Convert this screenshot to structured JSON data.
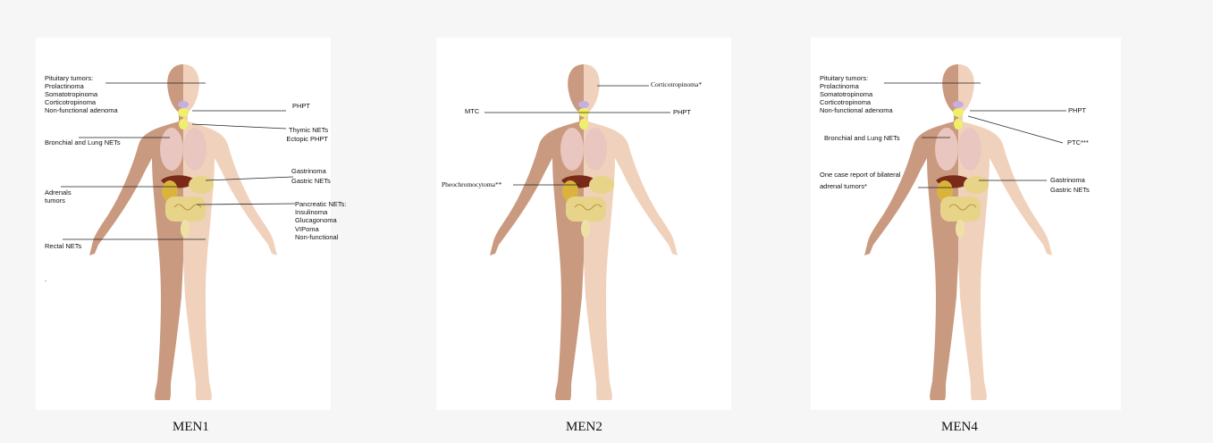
{
  "men1": {
    "title": "MEN1",
    "pituitary": "Pituitary tumors:",
    "pit_list": [
      "Prolactinoma",
      "Somatotropinoma",
      "Corticotropinoma",
      "Non-functional adenoma"
    ],
    "phpt": "PHPT",
    "thymic": "Thymic NETs",
    "ectopic": "Ectopic PHPT",
    "bronchial": "Bronchial and Lung NETs",
    "gastrinoma": "Gastrinoma",
    "gastric": "Gastric NETs",
    "adrenals": "Adrenals",
    "tumors": "tumors",
    "pancreatic": "Pancreatic NETs:",
    "panc_list": [
      "Insulinoma",
      "Glucagonoma",
      "VIPoma",
      "Non-functional"
    ],
    "rectal": "Rectal NETs",
    "dot": "-"
  },
  "men2": {
    "title": "MEN2",
    "cortico": "Corticotropinoma*",
    "mtc": "MTC",
    "phpt": "PHPT",
    "pheo": "Pheochromocytoma**"
  },
  "men4": {
    "title": "MEN4",
    "pituitary": "Pituitary tumors:",
    "pit_list": [
      "Prolactinoma",
      "Somatotropinoma",
      "Corticotropinoma",
      "Non-functional adenoma"
    ],
    "phpt": "PHPT",
    "bronchial": "Bronchial and Lung  NETs",
    "ptc": "PTC***",
    "onecase": "One case report of bilateral",
    "adrenal": "adrenal tumors*",
    "gastrinoma": "Gastrinoma",
    "gastric": "Gastric NETs"
  },
  "colors": {
    "skin_dark": "#c99a80",
    "skin_light": "#f0d2bc",
    "thyroid": "#c8aee0",
    "gland": "#f0ef6a",
    "liver": "#7a2a18",
    "gut": "#e7d488"
  }
}
